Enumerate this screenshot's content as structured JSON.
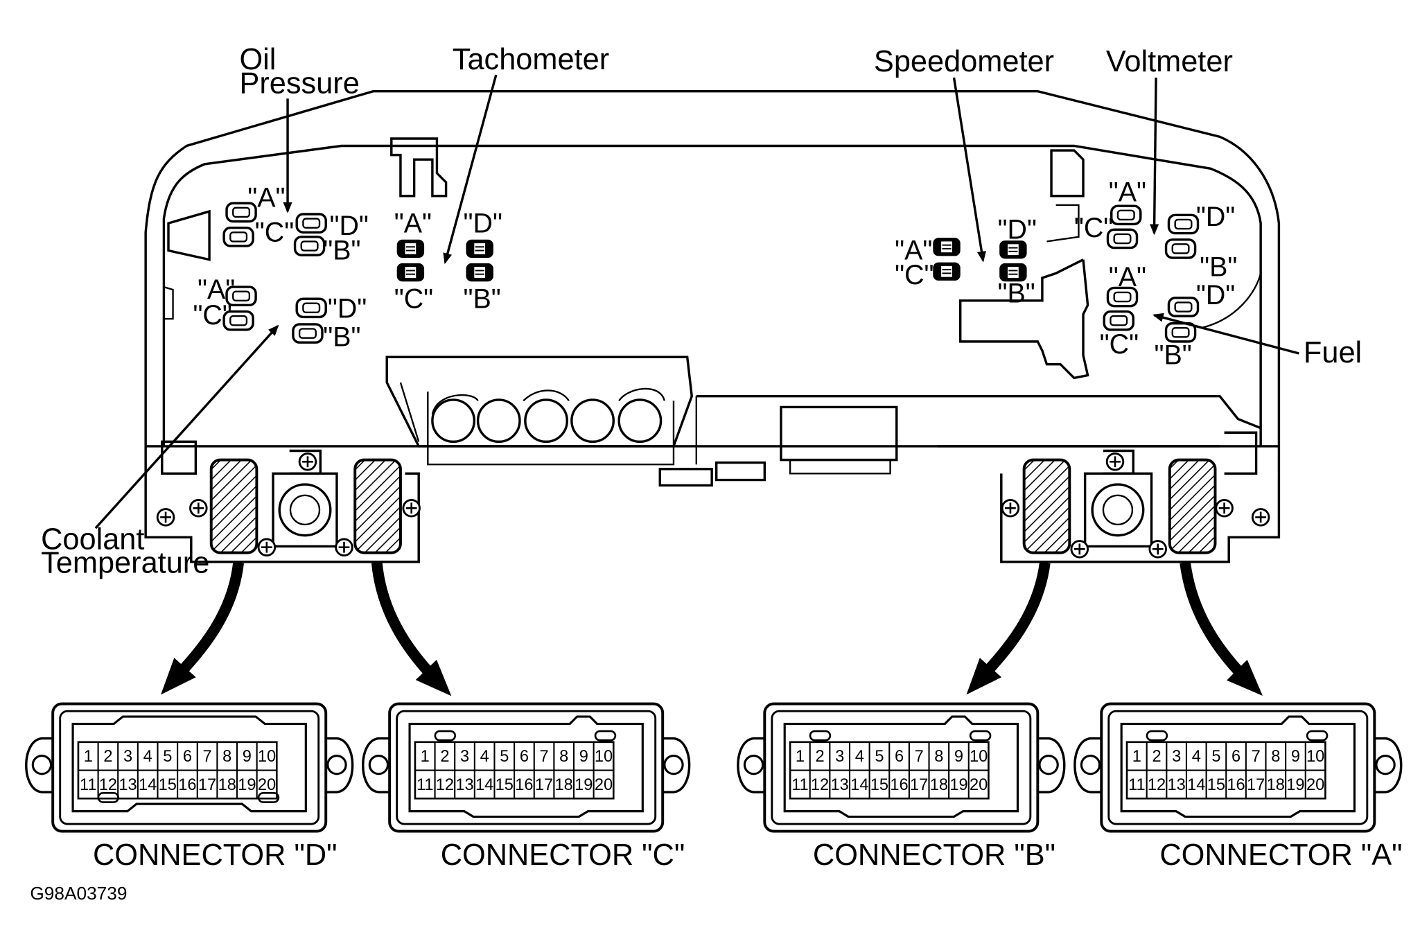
{
  "callouts": {
    "oil_pressure_1": "Oil",
    "oil_pressure_2": "Pressure",
    "tachometer": "Tachometer",
    "speedometer": "Speedometer",
    "voltmeter": "Voltmeter",
    "fuel": "Fuel",
    "coolant_1": "Coolant",
    "coolant_2": "Temperature"
  },
  "terminals": {
    "A": "\"A\"",
    "B": "\"B\"",
    "C": "\"C\"",
    "D": "\"D\""
  },
  "connectors": [
    {
      "label": "CONNECTOR \"D\""
    },
    {
      "label": "CONNECTOR \"C\""
    },
    {
      "label": "CONNECTOR \"B\""
    },
    {
      "label": "CONNECTOR \"A\""
    }
  ],
  "pins_top": [
    "1",
    "2",
    "3",
    "4",
    "5",
    "6",
    "7",
    "8",
    "9",
    "10"
  ],
  "pins_bottom": [
    "11",
    "12",
    "13",
    "14",
    "15",
    "16",
    "17",
    "18",
    "19",
    "20"
  ],
  "figure_id": "G98A03739"
}
